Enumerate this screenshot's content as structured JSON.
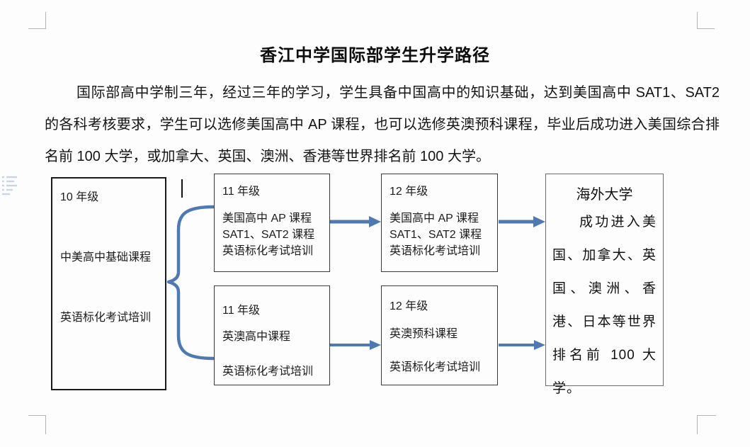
{
  "document": {
    "title": "香江中学国际部学生升学路径",
    "intro": "国际部高中学制三年，经过三年的学习，学生具备中国高中的知识基础，达到美国高中 SAT1、SAT2 的各科考核要求，学生可以选修美国高中 AP 课程，也可以选修英澳预科课程，毕业后成功进入美国综合排名前 100 大学，或加拿大、英国、澳洲、香港等世界排名前 100 大学。"
  },
  "flowchart": {
    "accent_color": "#4e79b2",
    "grade10": {
      "grade": "10 年级",
      "line1": "中美高中基础课程",
      "line2": "英语标化考试培训"
    },
    "grade11_us": {
      "grade": "11 年级",
      "courses": [
        "美国高中 AP 课程",
        "SAT1、SAT2 课程",
        "英语标化考试培训"
      ]
    },
    "grade11_uk": {
      "grade": "11 年级",
      "line1": "英澳高中课程",
      "line2": "英语标化考试培训"
    },
    "grade12_us": {
      "grade": "12 年级",
      "courses": [
        "美国高中 AP 课程",
        "SAT1、SAT2 课程",
        "英语标化考试培训"
      ]
    },
    "grade12_uk": {
      "grade": "12 年级",
      "line1": "英澳预科课程",
      "line2": "英语标化考试培训"
    },
    "overseas": {
      "heading": "海外大学",
      "body": "成功进入美国、加拿大、英国、澳洲、香港、日本等世界排名前 100 大学。"
    }
  }
}
